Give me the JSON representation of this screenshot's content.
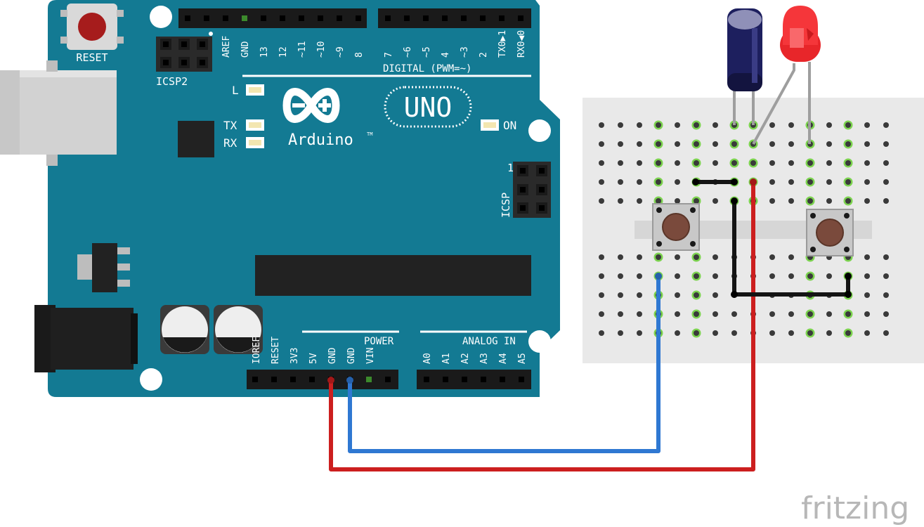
{
  "board": {
    "reset_label": "RESET",
    "icsp2_label": "ICSP2",
    "icsp_label": "ICSP",
    "icsp_pin1": "1",
    "logo_name": "Arduino",
    "logo_tm": "TM",
    "model": "UNO",
    "led_l": "L",
    "led_tx": "TX",
    "led_rx": "RX",
    "led_on": "ON",
    "digital_title": "DIGITAL (PWM=~)",
    "power_title": "POWER",
    "analog_title": "ANALOG IN",
    "digital_pins": [
      "AREF",
      "GND",
      "13",
      "12",
      "~11",
      "~10",
      "~9",
      "8",
      "7",
      "~6",
      "~5",
      "4",
      "~3",
      "2",
      "TX0▶1",
      "RX0◀0"
    ],
    "power_pins": [
      "IOREF",
      "RESET",
      "3V3",
      "5V",
      "GND",
      "GND",
      "VIN"
    ],
    "analog_pins": [
      "A0",
      "A1",
      "A2",
      "A3",
      "A4",
      "A5"
    ]
  },
  "components": {
    "led_color": "#e8262a",
    "capacitor_color": "#1d1f5e",
    "button_cap_color": "#7a4a3c"
  },
  "wires": {
    "power_color": "#cc1f1f",
    "ground_color": "#2f78d2",
    "jumper_color": "#141414"
  },
  "colors": {
    "board": "#137a93",
    "breadboard": "#e9e9e9",
    "connected_hole": "#7cd34f"
  },
  "watermark": "fritzing"
}
